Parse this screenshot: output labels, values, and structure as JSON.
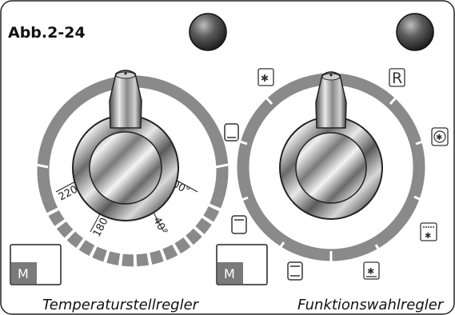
{
  "figure": {
    "label": "Abb.2-24",
    "captions": {
      "left": "Temperaturstellregler",
      "right": "Funktionswahlregler"
    }
  },
  "temperature_knob": {
    "scale_labels": [
      "220",
      "180",
      "40°",
      "00°"
    ],
    "mode_badge": "M",
    "icons": [
      "oven-top-heat-icon"
    ]
  },
  "function_knob": {
    "mode_badge": "M",
    "r_label": "R",
    "icons": [
      "defrost-icon",
      "fan-icon",
      "grill-icon",
      "bottom-heat-fan-icon",
      "bottom-heat-icon",
      "top-bottom-heat-icon"
    ]
  },
  "indicator_lamps": [
    "lamp-left",
    "lamp-right"
  ]
}
